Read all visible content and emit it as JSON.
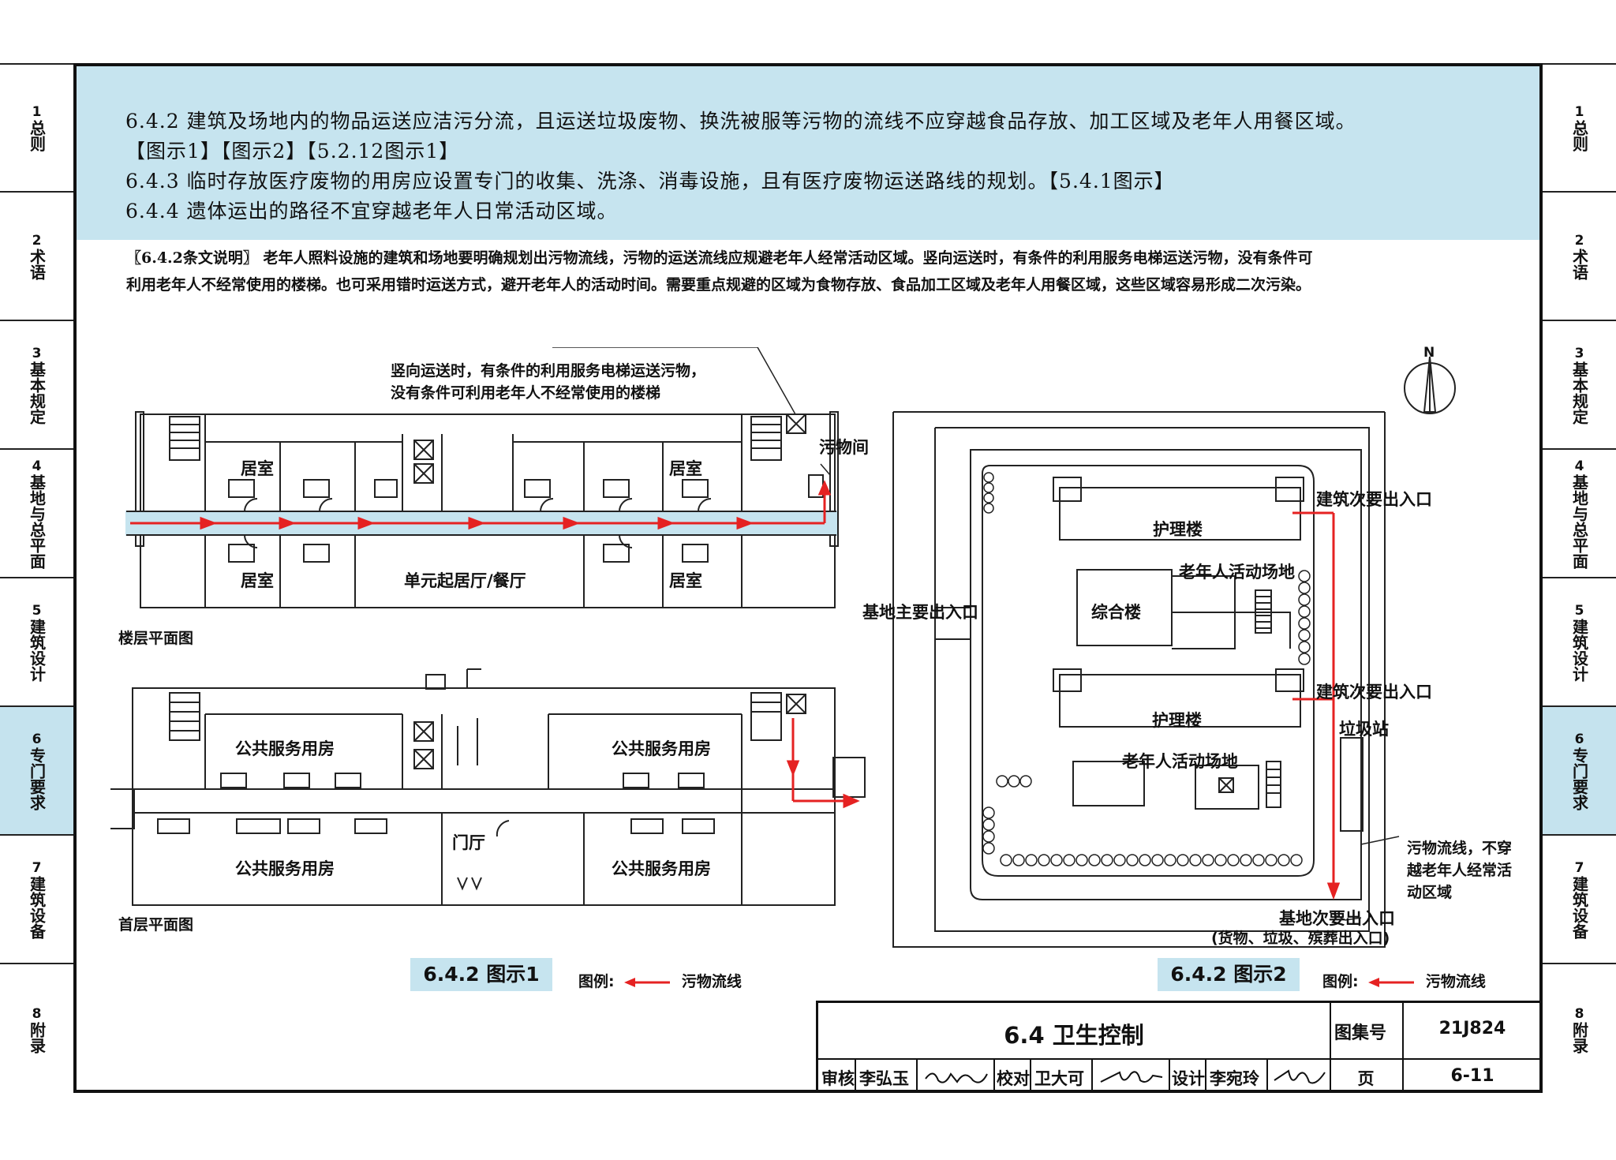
{
  "side_tabs": [
    {
      "num": "1",
      "label": "总则"
    },
    {
      "num": "2",
      "label": "术语"
    },
    {
      "num": "3",
      "label": "基本规定"
    },
    {
      "num": "4",
      "label": "基地与总平面"
    },
    {
      "num": "5",
      "label": "建筑设计"
    },
    {
      "num": "6",
      "label": "专门要求"
    },
    {
      "num": "7",
      "label": "建筑设备"
    },
    {
      "num": "8",
      "label": "附录"
    }
  ],
  "active_tab": "6",
  "clauses": {
    "c642_line1": "6.4.2  建筑及场地内的物品运送应洁污分流，且运送垃圾废物、换洗被服等污物的流线不应穿越食品存放、加工区域及老年人用餐区域。",
    "c642_line2": "【图示1】【图示2】【5.2.12图示1】",
    "c643": "6.4.3  临时存放医疗废物的用房应设置专门的收集、洗涤、消毒设施，且有医疗废物运送路线的规划。【5.4.1图示】",
    "c644": "6.4.4  遗体运出的路径不宜穿越老年人日常活动区域。"
  },
  "explanation": {
    "line1": "〖6.4.2条文说明〗 老年人照料设施的建筑和场地要明确规划出污物流线，污物的运送流线应规避老年人经常活动区域。竖向运送时，有条件的利用服务电梯运送污物，没有条件可",
    "line2": "利用老年人不经常使用的楼梯。也可采用错时运送方式，避开老年人的活动时间。需要重点规避的区域为食物存放、食品加工区域及老年人用餐区域，这些区域容易形成二次污染。"
  },
  "diagram1": {
    "note_line1": "竖向运送时，有条件的利用服务电梯运送污物，",
    "note_line2": "没有条件可利用老年人不经常使用的楼梯",
    "waste_room": "污物间",
    "room_living": "居室",
    "unit_hall": "单元起居厅/餐厅",
    "floor_plan_label": "楼层平面图",
    "public_room": "公共服务用房",
    "lobby": "门厅",
    "ground_plan_label": "首层平面图",
    "caption": "6.4.2  图示1",
    "legend_prefix": "图例:",
    "legend_text": "污物流线"
  },
  "diagram2": {
    "north": "N",
    "nursing_building": "护理楼",
    "complex_building": "综合楼",
    "activity_area": "老年人活动场地",
    "secondary_entrance": "建筑次要出入口",
    "main_site_entrance": "基地主要出入口",
    "garbage_station": "垃圾站",
    "note_line1": "污物流线，不穿",
    "note_line2": "越老年人经常活",
    "note_line3": "动区域",
    "site_secondary_entrance": "基地次要出入口",
    "site_secondary_detail": "(货物、垃圾、殡葬出入口)",
    "caption": "6.4.2  图示2",
    "legend_prefix": "图例:",
    "legend_text": "污物流线"
  },
  "title_block": {
    "title": "6.4  卫生控制",
    "atlas_label": "图集号",
    "atlas_no": "21J824",
    "review_label": "审核",
    "reviewer": "李弘玉",
    "reviewer_signature": "李弘玉",
    "check_label": "校对",
    "checker": "卫大可",
    "checker_signature": "卫大可",
    "design_label": "设计",
    "designer": "李宛玲",
    "designer_signature": "李宛玲",
    "page_label": "页",
    "page_no": "6-11"
  },
  "colors": {
    "band": "#c6e4ef",
    "flow": "#e52222",
    "active_tab": "#c5e3ee"
  }
}
